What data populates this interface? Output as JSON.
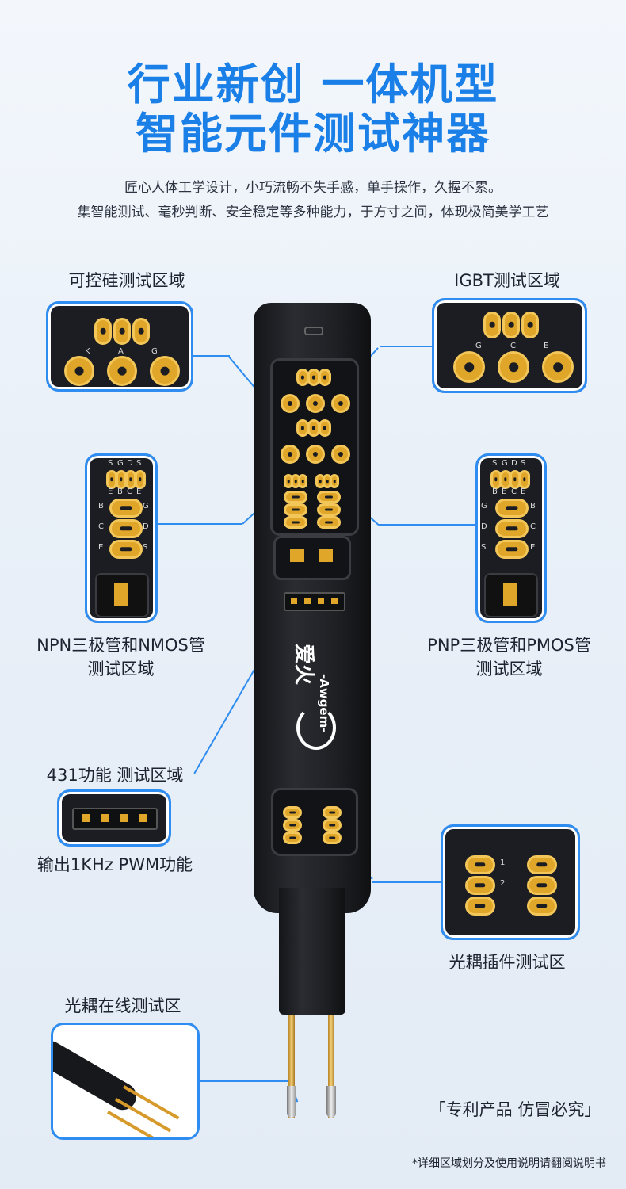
{
  "headline": {
    "line1": "行业新创  一体机型",
    "line2": "智能元件测试神器"
  },
  "intro": {
    "line1": "匠心人体工学设计，小巧流畅不失手感，单手操作，久握不累。",
    "line2": "集智能测试、毫秒判断、安全稳定等多种能力，于方寸之间，体现极简美学工艺"
  },
  "callouts": {
    "scr": "可控硅测试区域",
    "igbt": "IGBT测试区域",
    "npn_line1": "NPN三极管和NMOS管",
    "npn_line2": "测试区域",
    "pnp_line1": "PNP三极管和PMOS管",
    "pnp_line2": "测试区域",
    "f431": "431功能 测试区域",
    "pwm": "输出1KHz  PWM功能",
    "opto_plug": "光耦插件测试区",
    "opto_inline": "光耦在线测试区"
  },
  "pins": {
    "scr": [
      "K",
      "A",
      "G"
    ],
    "igbt": [
      "G",
      "C",
      "E"
    ],
    "fet": [
      "S",
      "G",
      "D",
      "S"
    ],
    "bjt": [
      "E",
      "B",
      "C",
      "E"
    ],
    "side_left": [
      "B",
      "C",
      "E"
    ],
    "side_right": [
      "G",
      "D",
      "S"
    ],
    "opto": [
      "1",
      "2"
    ]
  },
  "brand": {
    "chinese": "爱火",
    "latin": "-Awgem-"
  },
  "notice": "「专利产品  仿冒必究」",
  "footnote": "*详细区域划分及使用说明请翻阅说明书",
  "colors": {
    "accent": "#2f8cf0",
    "headline": "#1a7fe6",
    "gold": "#e0a62a",
    "body": "#1b1d22"
  },
  "icons": {
    "brand": "flame-logo-icon"
  }
}
